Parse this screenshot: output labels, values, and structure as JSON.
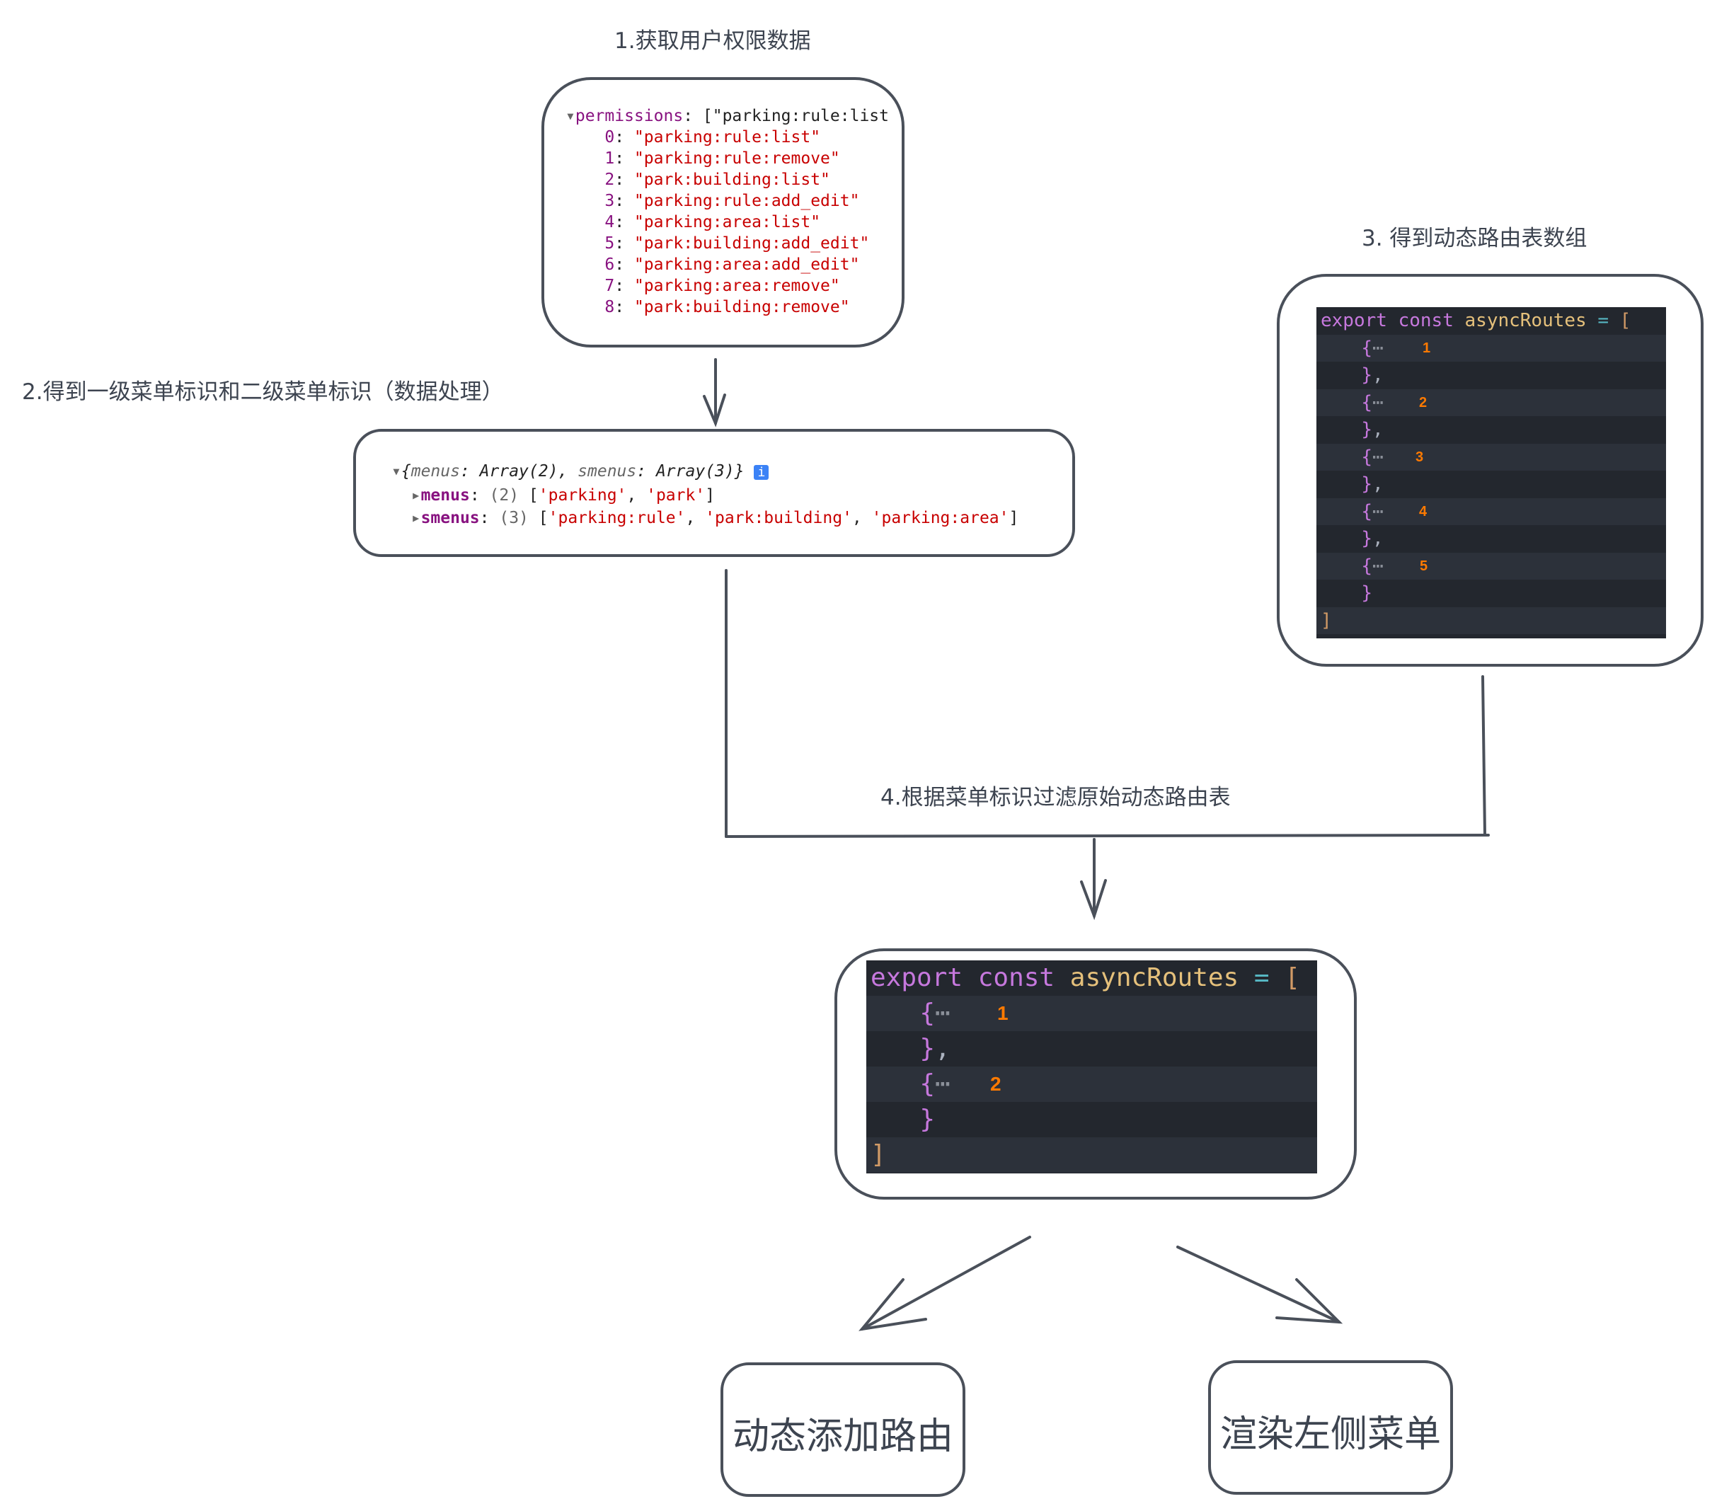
{
  "steps": {
    "s1": "1.获取用户权限数据",
    "s2": "2.得到一级菜单标识和二级菜单标识（数据处理）",
    "s3": "3. 得到动态路由表数组",
    "s4": "4.根据菜单标识过滤原始动态路由表"
  },
  "permissions": {
    "key": "permissions",
    "preview": "[\"parking:rule:list",
    "items": [
      "\"parking:rule:list\"",
      "\"parking:rule:remove\"",
      "\"park:building:list\"",
      "\"parking:rule:add_edit\"",
      "\"parking:area:list\"",
      "\"park:building:add_edit\"",
      "\"parking:area:add_edit\"",
      "\"parking:area:remove\"",
      "\"park:building:remove\""
    ]
  },
  "menus_obj": {
    "summary_a": "menus",
    "summary_b": "Array(2)",
    "summary_c": "smenus",
    "summary_d": "Array(3)",
    "menus_key": "menus",
    "menus_count": "(2)",
    "menus_vals": [
      "'parking'",
      "'park'"
    ],
    "smenus_key": "smenus",
    "smenus_count": "(3)",
    "smenus_vals": [
      "'parking:rule'",
      "'park:building'",
      "'parking:area'"
    ],
    "info_icon": "i"
  },
  "code": {
    "export": "export",
    "const": "const",
    "name": "asyncRoutes",
    "eq": "=",
    "open": "[",
    "close": "]",
    "obj_open": "{",
    "ellipsis": "⋯",
    "obj_close": "}",
    "comma": ","
  },
  "all_routes_labels": [
    "1",
    "2",
    "3",
    "4",
    "5"
  ],
  "filtered_routes_labels": [
    "1",
    "2"
  ],
  "outputs": {
    "add_routes": "动态添加路由",
    "render_menu": "渲染左侧菜单"
  },
  "colors": {
    "stroke": "#4a505a",
    "orange": "#ff7a00",
    "editor_bg": "#23272e"
  }
}
